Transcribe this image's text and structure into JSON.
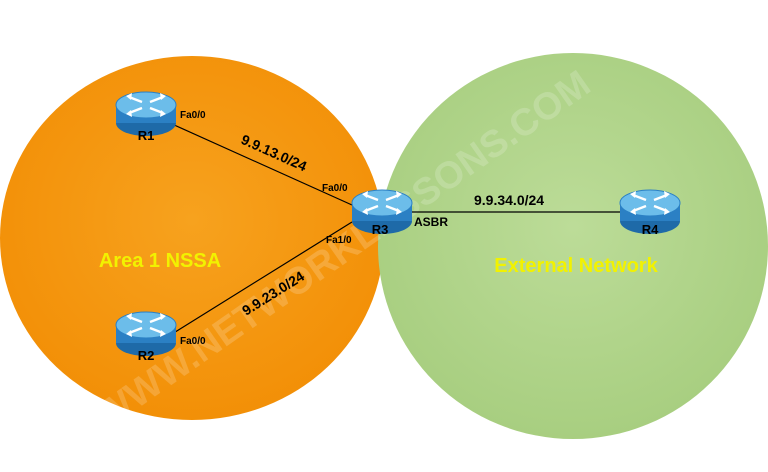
{
  "areas": {
    "nssa": {
      "label": "Area 1 NSSA",
      "color": "#f5940c"
    },
    "external": {
      "label": "External Network",
      "color": "#b2d48c"
    }
  },
  "routers": {
    "r1": {
      "name": "R1"
    },
    "r2": {
      "name": "R2"
    },
    "r3": {
      "name": "R3",
      "role": "ASBR"
    },
    "r4": {
      "name": "R4"
    }
  },
  "interfaces": {
    "r1_fa00": "Fa0/0",
    "r2_fa00": "Fa0/0",
    "r3_fa00": "Fa0/0",
    "r3_fa10": "Fa1/0"
  },
  "links": {
    "r1_r3": "9.9.13.0/24",
    "r2_r3": "9.9.23.0/24",
    "r3_r4": "9.9.34.0/24"
  },
  "watermark": "WWW.NETWORKLESSONS.COM",
  "colors": {
    "router_top": "#5ab4e6",
    "router_body": "#2f7fc1",
    "router_dark": "#1b5a93"
  }
}
